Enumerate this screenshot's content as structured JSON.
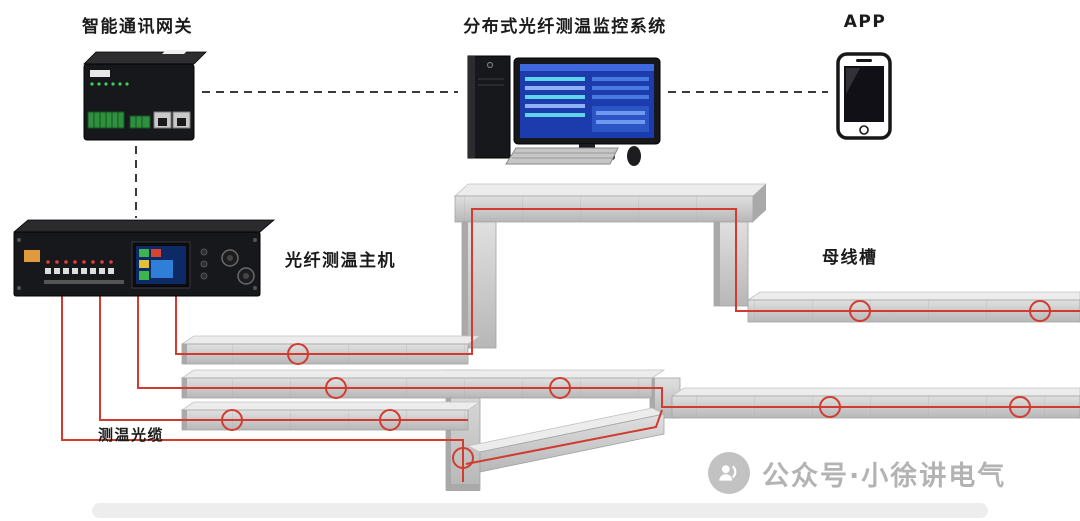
{
  "labels": {
    "gateway": "智能通讯网关",
    "system": "分布式光纤测温监控系统",
    "app": "APP",
    "host": "光纤测温主机",
    "bus_duct": "母线槽",
    "temp_cable": "测温光缆"
  },
  "watermark": {
    "text": "公众号·小徐讲电气"
  },
  "icons": {
    "watermark_icon": "person-broadcast-icon",
    "monitor_screen": "monitoring-dashboard-screen"
  },
  "colors": {
    "cable_red": "#d23b2f",
    "connector_dash": "#3a3a3a",
    "screen_blue": "#1c3cad",
    "device_black": "#17181c",
    "duct_top": "#ececec",
    "duct_front": "#c9c9c9",
    "watermark_gray": "#b3b3b3"
  }
}
